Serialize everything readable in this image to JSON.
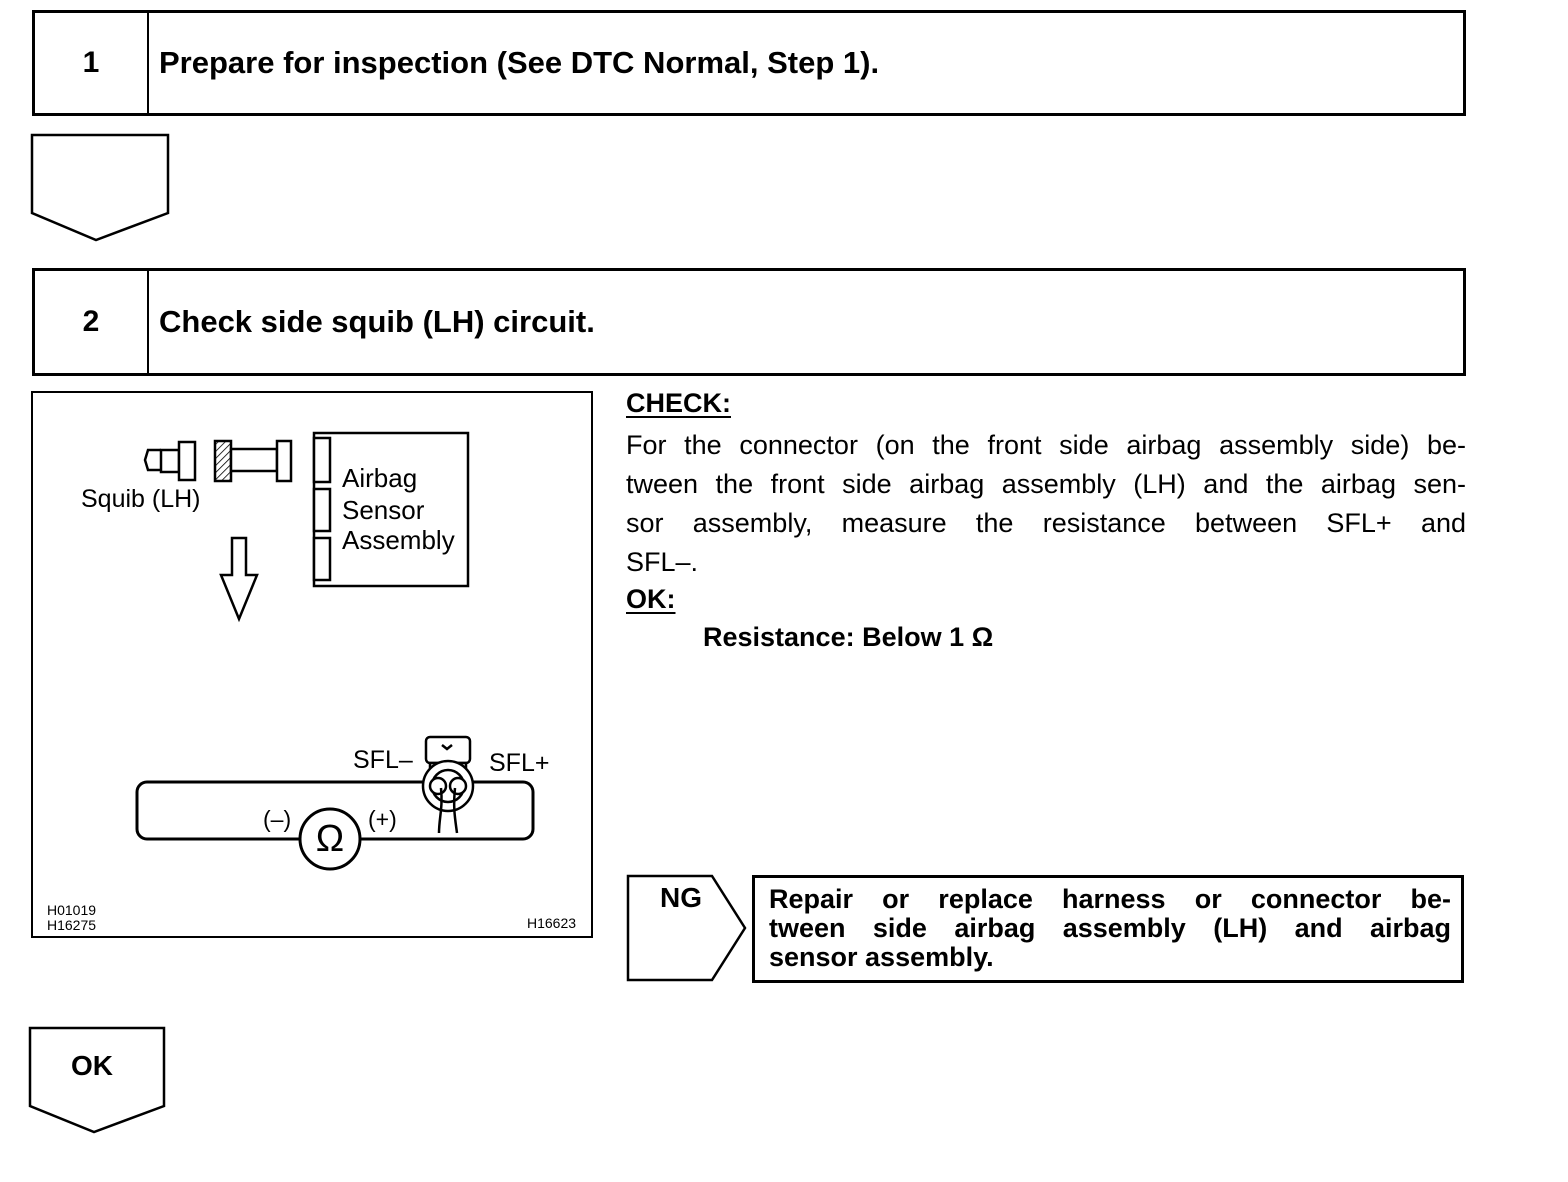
{
  "step1": {
    "number": "1",
    "title": "Prepare for inspection (See DTC Normal, Step 1)."
  },
  "step2": {
    "number": "2",
    "title": "Check side squib (LH) circuit."
  },
  "diagram": {
    "squib_label": "Squib (LH)",
    "sensor_label_1": "Airbag",
    "sensor_label_2": "Sensor",
    "sensor_label_3": "Assembly",
    "sfl_minus": "SFL–",
    "sfl_plus": "SFL+",
    "probe_minus": "(–)",
    "probe_plus": "(+)",
    "ohm_symbol": "Ω",
    "code_1": "H01019",
    "code_2": "H16275",
    "code_3": "H16623"
  },
  "check": {
    "heading": "CHECK:",
    "line1": "For the connector (on the front side airbag assembly side) be-",
    "line2": "tween the front side airbag assembly (LH) and the airbag sen-",
    "line3": "sor assembly, measure the resistance between SFL+ and",
    "line4": "SFL–."
  },
  "ok_spec": {
    "heading": "OK:",
    "value": "Resistance: Below 1 Ω"
  },
  "ng": {
    "label": "NG",
    "line1": "Repair or replace harness or connector be-",
    "line2": "tween side airbag assembly (LH) and airbag",
    "line3": "sensor assembly."
  },
  "ok_flow": {
    "label": "OK"
  }
}
